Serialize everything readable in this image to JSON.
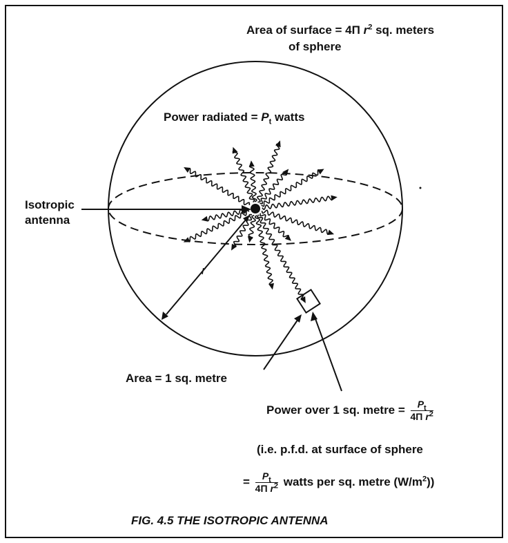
{
  "labels": {
    "area_surface_line1": "Area of surface = 4Π",
    "area_surface_r": "r",
    "area_surface_exp": "2",
    "area_surface_unit": " sq. meters",
    "area_surface_line2": "of sphere",
    "power_radiated_prefix": "Power radiated = ",
    "power_radiated_P": "P",
    "power_radiated_sub": "t",
    "power_radiated_suffix": " watts",
    "isotropic_line1": "Isotropic",
    "isotropic_line2": "antenna",
    "radius": "r",
    "area_one": "Area = 1 sq. metre",
    "power_over_prefix": "Power over 1 sq. metre = ",
    "frac_num_P": "P",
    "frac_num_sub": "t",
    "frac_den": "4Π",
    "frac_den_r": "r",
    "frac_den_exp": "2",
    "pfd_line": "(i.e. p.f.d. at surface of sphere",
    "pfd_eq": "= ",
    "pfd_suffix": " watts per sq. metre (W/m",
    "pfd_exp": "2",
    "pfd_close": "))"
  },
  "caption": "FIG. 4.5 THE ISOTROPIC ANTENNA",
  "colors": {
    "ink": "#111111",
    "background": "#ffffff"
  }
}
